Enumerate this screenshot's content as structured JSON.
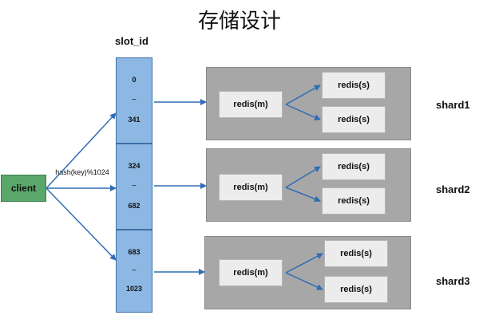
{
  "title": "存储设计",
  "slot_label": "slot_id",
  "client_label": "client",
  "hash_label": "hash(key)%1024",
  "tilde": "~",
  "slots": [
    {
      "start": "0",
      "end": "341"
    },
    {
      "start": "324",
      "end": "682"
    },
    {
      "start": "683",
      "end": "1023"
    }
  ],
  "shards": [
    {
      "label": "shard1",
      "master": "redis(m)",
      "slaves": [
        "redis(s)",
        "redis(s)"
      ]
    },
    {
      "label": "shard2",
      "master": "redis(m)",
      "slaves": [
        "redis(s)",
        "redis(s)"
      ]
    },
    {
      "label": "shard3",
      "master": "redis(m)",
      "slaves": [
        "redis(s)",
        "redis(s)"
      ]
    }
  ],
  "colors": {
    "slot_fill": "#8db8e3",
    "client_fill": "#5aa869",
    "shard_fill": "#a7a7a7",
    "node_fill": "#ececec",
    "arrow": "#2f6db5"
  }
}
